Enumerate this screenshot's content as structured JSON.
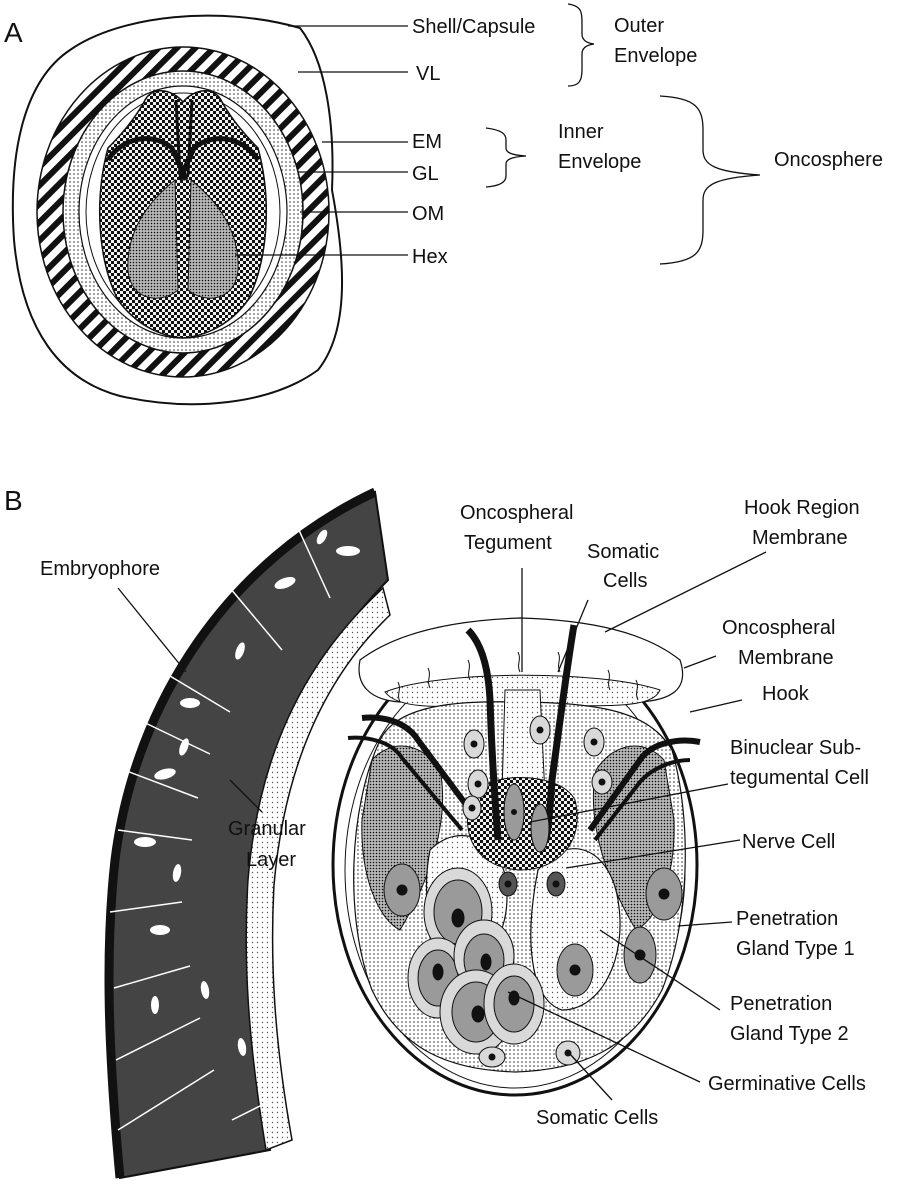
{
  "panel_a": {
    "letter": "A",
    "labels": {
      "shell": "Shell/Capsule",
      "vl": "VL",
      "em": "EM",
      "gl": "GL",
      "om": "OM",
      "hex": "Hex"
    },
    "groups": {
      "outer_1": "Outer",
      "outer_2": "Envelope",
      "inner_1": "Inner",
      "inner_2": "Envelope",
      "onco": "Oncosphere"
    }
  },
  "panel_b": {
    "letter": "B",
    "labels": {
      "embryophore": "Embryophore",
      "granular_1": "Granular",
      "granular_2": "Layer",
      "teg_1": "Oncospheral",
      "teg_2": "Tegument",
      "som_top_1": "Somatic",
      "som_top_2": "Cells",
      "hrm_1": "Hook Region",
      "hrm_2": "Membrane",
      "om_1": "Oncospheral",
      "om_2": "Membrane",
      "hook": "Hook",
      "bin_1": "Binuclear Sub-",
      "bin_2": "tegumental Cell",
      "nerve": "Nerve Cell",
      "pg1_1": "Penetration",
      "pg1_2": "Gland Type 1",
      "pg2_1": "Penetration",
      "pg2_2": "Gland Type 2",
      "germ": "Germinative Cells",
      "som_bot": "Somatic Cells"
    }
  },
  "colors": {
    "ink": "#111111",
    "dark_fill": "#444444",
    "mid_gray": "#9a9a9a",
    "light_gray": "#d9d9d9"
  }
}
